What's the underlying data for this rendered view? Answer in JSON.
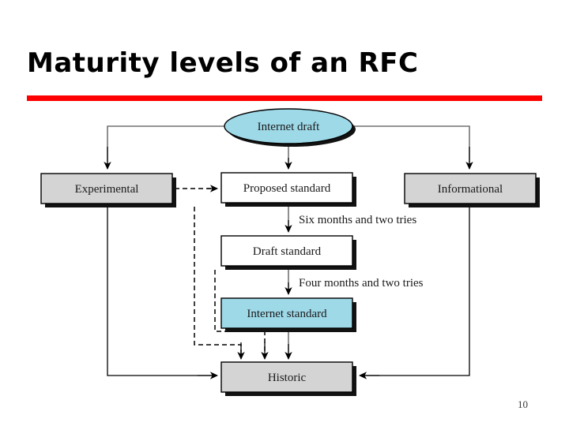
{
  "slide": {
    "title": "Maturity levels of an RFC",
    "page_number": "10",
    "accent_color": "#ff0000",
    "background_color": "#ffffff"
  },
  "diagram": {
    "type": "flowchart",
    "nodes": [
      {
        "id": "internet-draft",
        "label": "Internet draft",
        "shape": "ellipse",
        "fill": "#9ed9e8"
      },
      {
        "id": "experimental",
        "label": "Experimental",
        "shape": "rectangle",
        "fill": "#d4d4d4"
      },
      {
        "id": "proposed-standard",
        "label": "Proposed standard",
        "shape": "rectangle",
        "fill": "#ffffff"
      },
      {
        "id": "informational",
        "label": "Informational",
        "shape": "rectangle",
        "fill": "#d4d4d4"
      },
      {
        "id": "draft-standard",
        "label": "Draft standard",
        "shape": "rectangle",
        "fill": "#ffffff"
      },
      {
        "id": "internet-standard",
        "label": "Internet standard",
        "shape": "rectangle",
        "fill": "#9ed9e8"
      },
      {
        "id": "historic",
        "label": "Historic",
        "shape": "rectangle",
        "fill": "#d4d4d4"
      }
    ],
    "edge_labels": [
      {
        "id": "six-months",
        "text": "Six months and two tries"
      },
      {
        "id": "four-months",
        "text": "Four months and two tries"
      }
    ],
    "edges": [
      {
        "from": "internet-draft",
        "to": "experimental",
        "style": "solid"
      },
      {
        "from": "internet-draft",
        "to": "proposed-standard",
        "style": "solid"
      },
      {
        "from": "internet-draft",
        "to": "informational",
        "style": "solid"
      },
      {
        "from": "experimental",
        "to": "proposed-standard",
        "style": "dashed"
      },
      {
        "from": "proposed-standard",
        "to": "draft-standard",
        "style": "solid"
      },
      {
        "from": "draft-standard",
        "to": "internet-standard",
        "style": "solid"
      },
      {
        "from": "internet-standard",
        "to": "historic",
        "style": "solid"
      },
      {
        "from": "proposed-standard",
        "to": "historic",
        "style": "dashed"
      },
      {
        "from": "draft-standard",
        "to": "historic",
        "style": "dashed"
      },
      {
        "from": "experimental",
        "to": "historic",
        "style": "solid"
      },
      {
        "from": "informational",
        "to": "historic",
        "style": "solid"
      }
    ]
  }
}
